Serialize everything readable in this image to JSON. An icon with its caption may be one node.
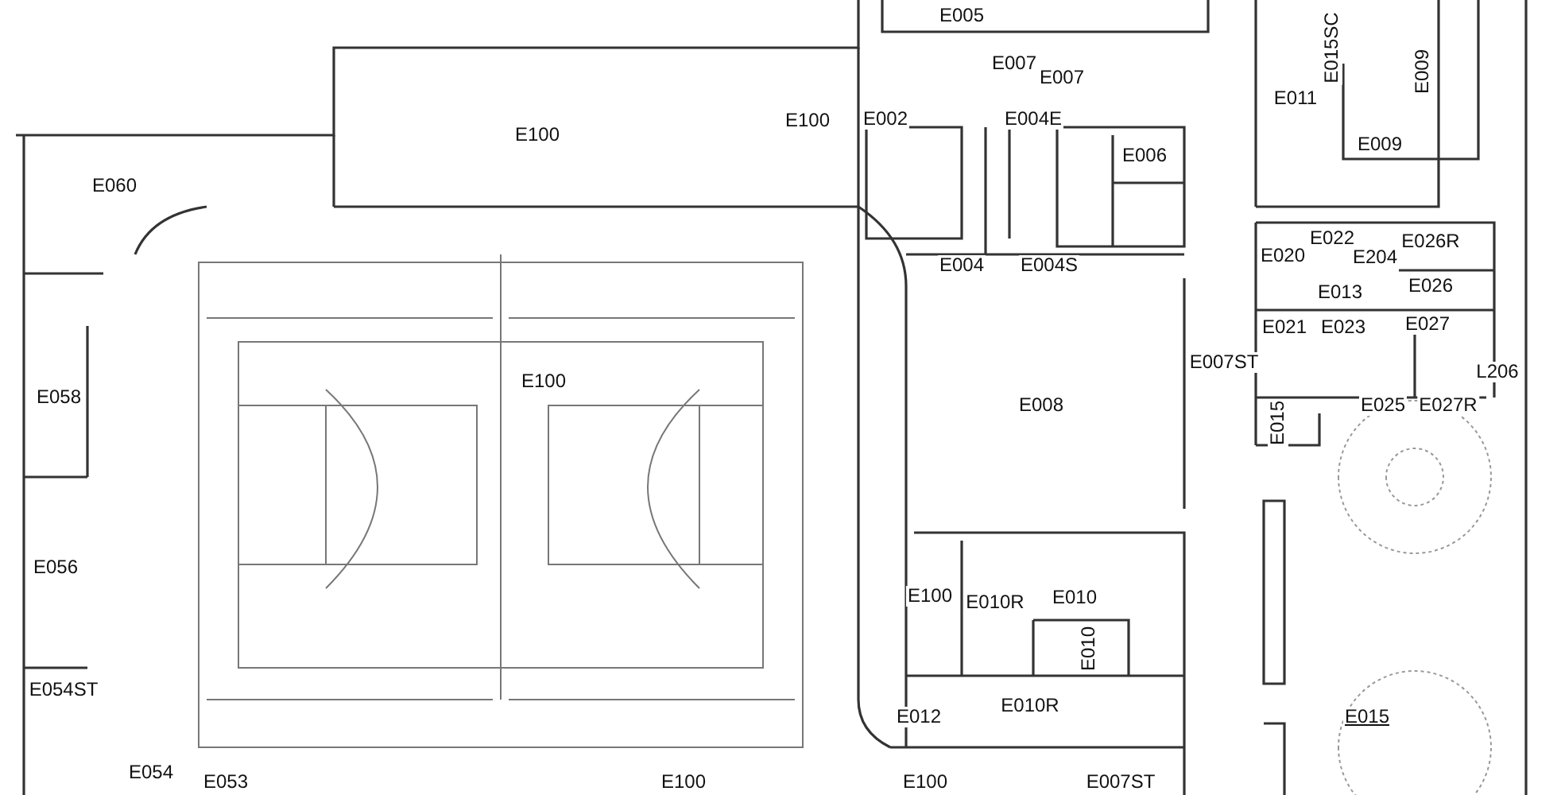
{
  "diagram": {
    "labels": [
      "E005",
      "E007",
      "E007",
      "E100",
      "E100",
      "E015SC",
      "E011",
      "E009",
      "E009",
      "E060",
      "E002",
      "E004E",
      "E006",
      "E022",
      "E026R",
      "E020",
      "E204",
      "E004",
      "E004S",
      "E026",
      "E013",
      "E021",
      "E023",
      "E027",
      "E100",
      "E058",
      "E007ST",
      "L206",
      "E008",
      "E025",
      "E027R",
      "E015",
      "E056",
      "E100",
      "E010R",
      "E010",
      "E010",
      "E054ST",
      "E010R",
      "E012",
      "E015",
      "E054",
      "E053",
      "E100",
      "E100",
      "E007ST"
    ]
  }
}
